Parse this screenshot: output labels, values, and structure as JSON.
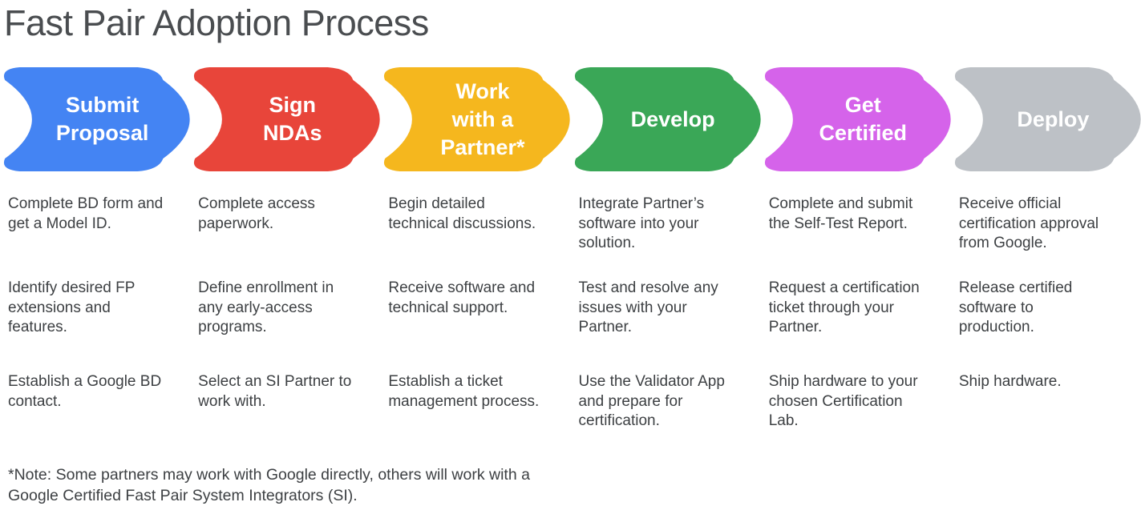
{
  "title": "Fast Pair Adoption Process",
  "footnote": "*Note: Some partners may work with Google directly, others will work with a\nGoogle Certified Fast Pair System Integrators (SI).",
  "colors": {
    "stage_label_text": "#ffffff",
    "body_text": "#3d4043",
    "title_text": "#4a4d50"
  },
  "stages": [
    {
      "id": "submit-proposal",
      "label": "Submit\nProposal",
      "color": "#4484f3",
      "items": [
        "Complete BD form and\nget a Model ID.",
        "Identify desired FP\nextensions and\nfeatures.",
        "Establish a Google BD\ncontact."
      ]
    },
    {
      "id": "sign-ndas",
      "label": "Sign\nNDAs",
      "color": "#e8453a",
      "items": [
        "Complete access\npaperwork.",
        "Define enrollment in\nany early-access\nprograms.",
        "Select an SI Partner to\nwork with."
      ]
    },
    {
      "id": "work-with-a-partner",
      "label": "Work\nwith a\nPartner*",
      "color": "#f5b71e",
      "items": [
        "Begin detailed\ntechnical discussions.",
        "Receive software and\ntechnical support.",
        "Establish a ticket\nmanagement process."
      ]
    },
    {
      "id": "develop",
      "label": "Develop",
      "color": "#3aa757",
      "items": [
        "Integrate Partner’s\nsoftware into your\nsolution.",
        "Test and resolve any\nissues with your\nPartner.",
        "Use the Validator App\nand prepare for\ncertification."
      ]
    },
    {
      "id": "get-certified",
      "label": "Get\nCertified",
      "color": "#d563ea",
      "items": [
        "Complete and submit\nthe Self-Test Report.",
        "Request a certification\nticket through your\nPartner.",
        "Ship hardware to your\nchosen Certification\nLab."
      ]
    },
    {
      "id": "deploy",
      "label": "Deploy",
      "color": "#bdc1c6",
      "items": [
        "Receive official\ncertification approval\nfrom Google.",
        "Release certified\nsoftware to\nproduction.",
        "Ship hardware."
      ]
    }
  ]
}
